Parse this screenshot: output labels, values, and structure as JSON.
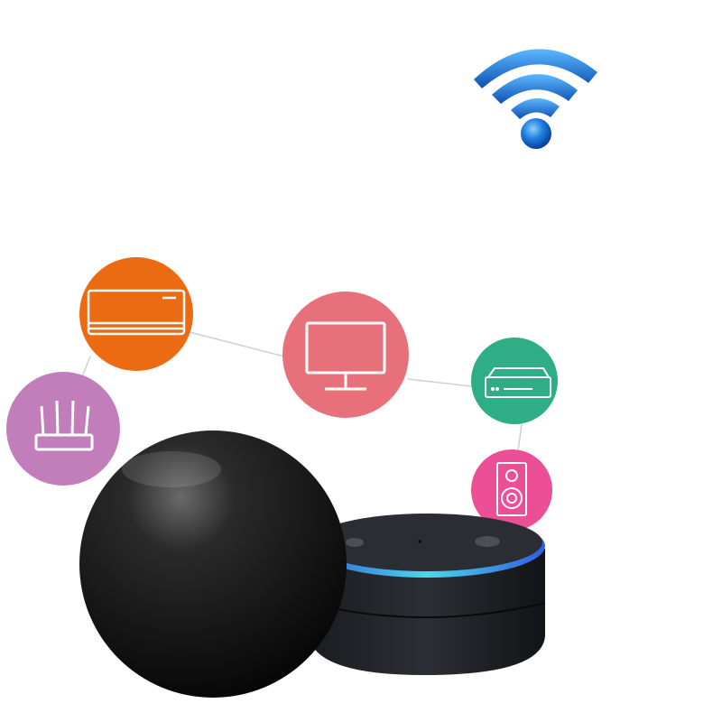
{
  "scene": {
    "devices": [
      {
        "name": "air-conditioner",
        "color": "#EC6A12"
      },
      {
        "name": "router",
        "color": "#C17EBB"
      },
      {
        "name": "tv-monitor",
        "color": "#E8707A"
      },
      {
        "name": "set-top-box",
        "color": "#2FAD85"
      },
      {
        "name": "speaker",
        "color": "#EC4F95"
      }
    ],
    "wifi_color": "#1E7FE0",
    "hub_color": "#111111",
    "smart_speaker_ring_color": "#3FA0F0"
  }
}
